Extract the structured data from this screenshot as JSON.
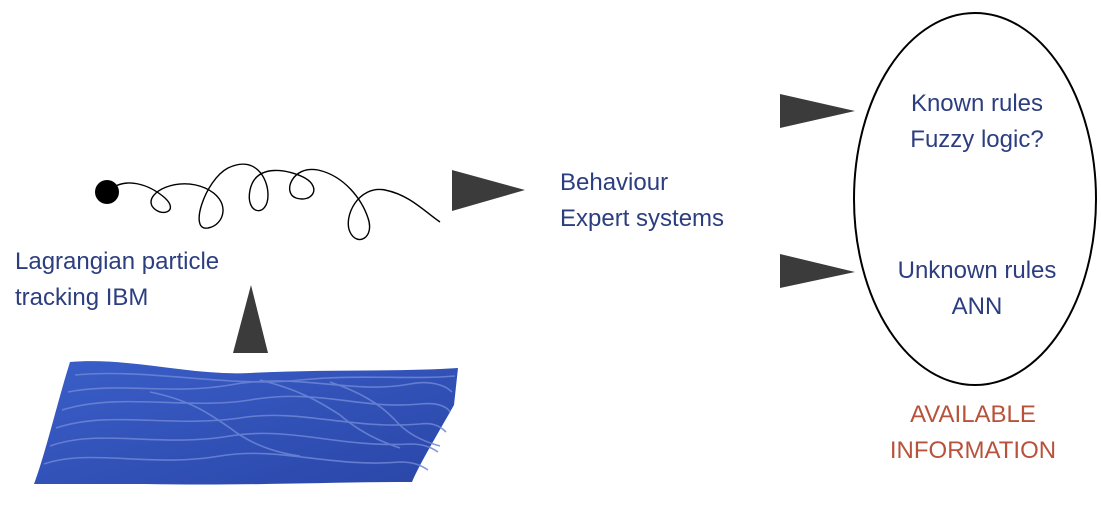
{
  "particle_label": {
    "line1": "Lagrangian particle",
    "line2": "tracking IBM"
  },
  "behaviour_label": {
    "line1": "Behaviour",
    "line2": "Expert systems"
  },
  "known_rules": {
    "line1": "Known rules",
    "line2": "Fuzzy logic?"
  },
  "unknown_rules": {
    "line1": "Unknown rules",
    "line2": "ANN"
  },
  "available_information": {
    "line1": "AVAILABLE",
    "line2": "INFORMATION"
  },
  "colors": {
    "text_blue": "#2c3e80",
    "text_red": "#b8523a",
    "arrow": "#3b3b3b",
    "wave": "#3452b4"
  },
  "icons": [
    "particle-dot-icon",
    "trajectory-loop-icon",
    "ocean-surface-icon",
    "arrow-triangle-icon"
  ]
}
